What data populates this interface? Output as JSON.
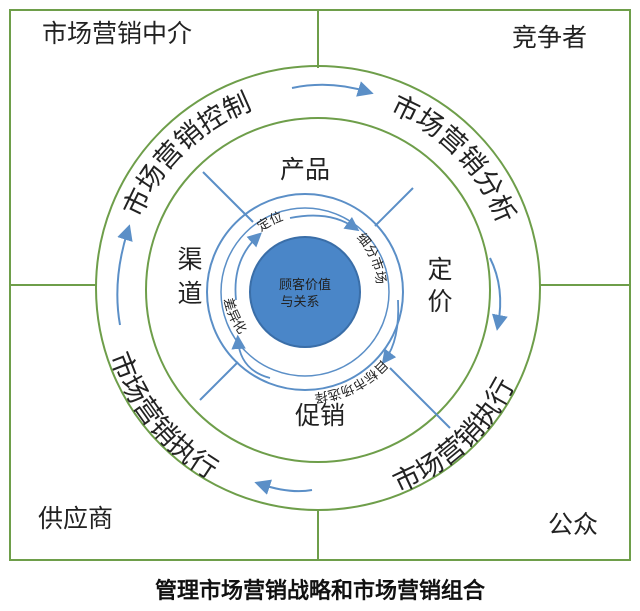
{
  "title": "管理市场营销战略和市场营销组合",
  "corners": {
    "top_left": "市场营销中介",
    "top_right": "竞争者",
    "bottom_left": "供应商",
    "bottom_right": "公众"
  },
  "outer_ring": {
    "top_left": "市场营销控制",
    "top_right": "市场营销分析",
    "bottom_left": "市场营销执行",
    "bottom_right": "市场营销执行"
  },
  "marketing_mix": {
    "product": "产品",
    "price_1": "定",
    "price_2": "价",
    "place_1": "渠",
    "place_2": "道",
    "promotion": "促销"
  },
  "strategy_steps": {
    "positioning": "定位",
    "segmentation": "细分市场",
    "targeting": "目标市场选择",
    "differentiation": "差异化"
  },
  "center": {
    "line1": "顾客价值",
    "line2": "与关系"
  },
  "colors": {
    "frame_green": "#6e9e4a",
    "line_blue": "#5b8fc7",
    "core_blue": "#4a86c8"
  }
}
